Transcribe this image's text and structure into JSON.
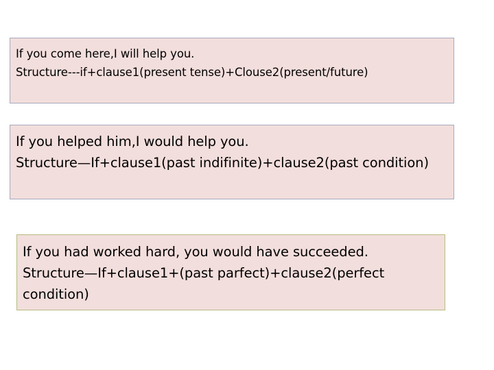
{
  "slide": {
    "background_color": "#ffffff",
    "boxes": [
      {
        "id": "conditional-type-1",
        "fill_color": "#f2dedc",
        "border_color": "#a6a9bd",
        "line1": "If you come here,I will help you.",
        "line2": "Structure---if+clause1(present tense)+Clouse2(present/future)"
      },
      {
        "id": "conditional-type-2",
        "fill_color": "#f2dedc",
        "border_color": "#a6a9bd",
        "line1": "If you helped him,I would help you.",
        "line2": "Structure—If+clause1(past indifinite)+clause2(past condition)"
      },
      {
        "id": "conditional-type-3",
        "fill_color": "#f2dedc",
        "border_color": "#b5bd7e",
        "line1": "If you had worked hard, you would have succeeded.",
        "line2": "Structure—If+clause1+(past parfect)+clause2(perfect condition)"
      }
    ]
  }
}
